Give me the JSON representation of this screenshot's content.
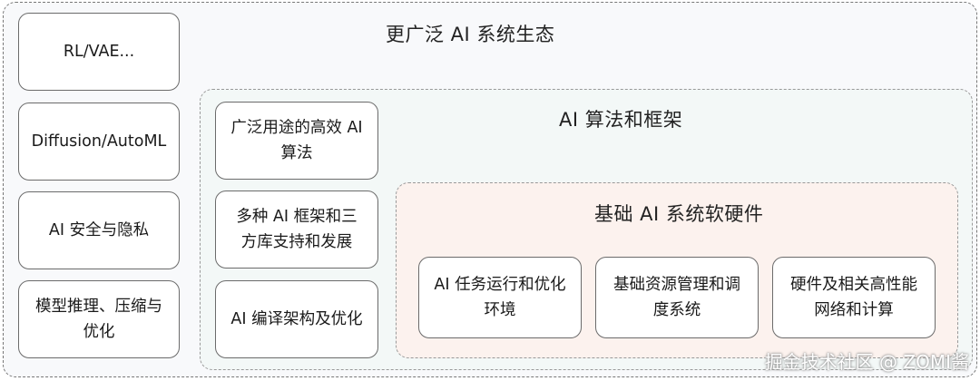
{
  "outer": {
    "title": "更广泛 AI 系统生态",
    "boxes": [
      "RL/VAE...",
      "Diffusion/AutoML",
      "AI 安全与隐私",
      "模型推理、压缩与优化"
    ]
  },
  "middle": {
    "title": "AI 算法和框架",
    "boxes": [
      "广泛用途的高效 AI 算法",
      "多种 AI 框架和三方库支持和发展",
      "AI 编译架构及优化"
    ]
  },
  "inner": {
    "title": "基础 AI 系统软硬件",
    "boxes": [
      "AI 任务运行和优化环境",
      "基础资源管理和调度系统",
      "硬件及相关高性能网络和计算"
    ]
  },
  "watermark": "掘金技术社区 @ ZOMI酱"
}
